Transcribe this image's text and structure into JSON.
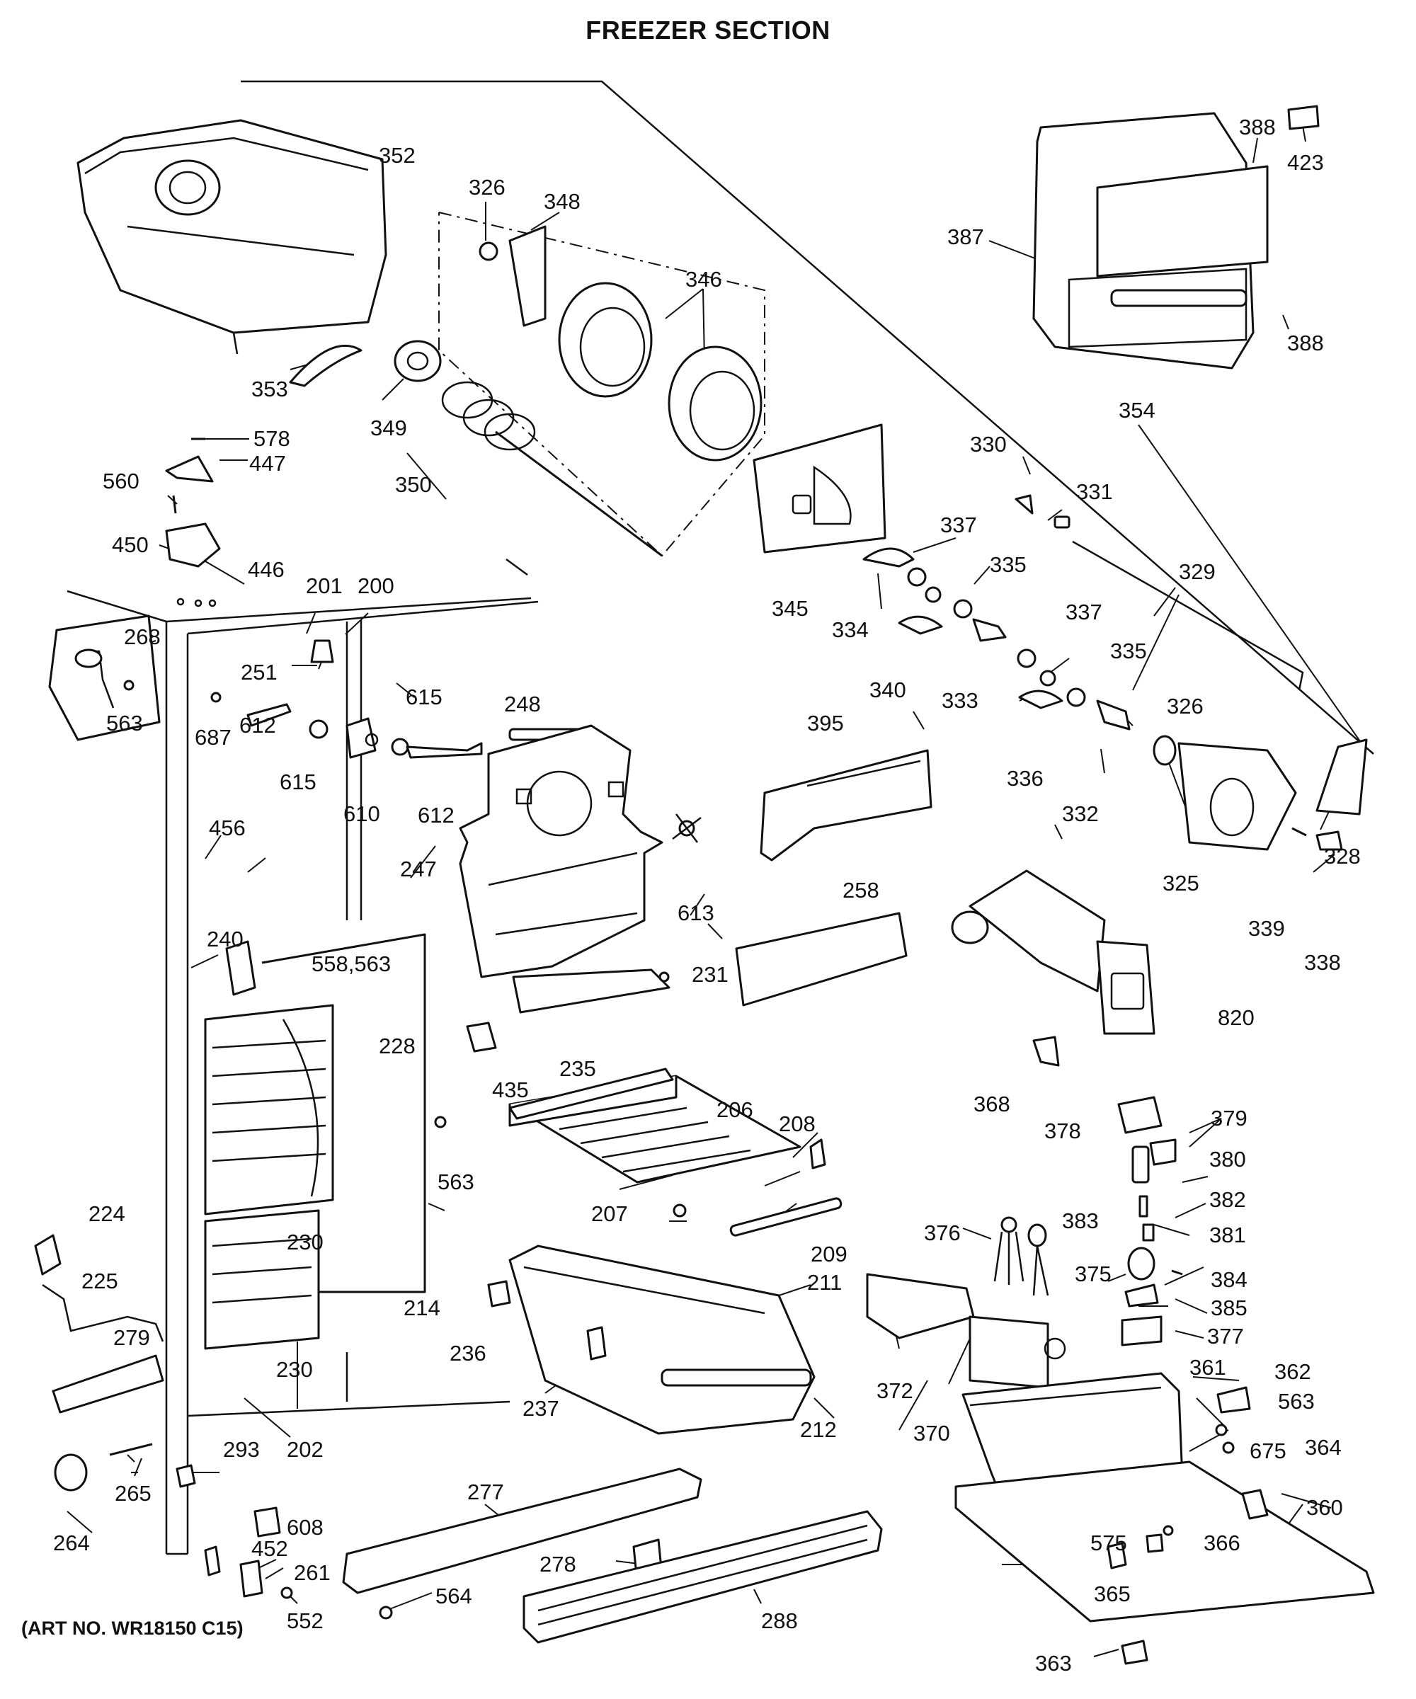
{
  "title": "FREEZER SECTION",
  "art_number": "(ART NO. WR18150 C15)",
  "callouts": [
    {
      "id": "c352",
      "text": "352"
    },
    {
      "id": "c326a",
      "text": "326"
    },
    {
      "id": "c348",
      "text": "348"
    },
    {
      "id": "c346",
      "text": "346"
    },
    {
      "id": "c388a",
      "text": "388"
    },
    {
      "id": "c423",
      "text": "423"
    },
    {
      "id": "c387",
      "text": "387"
    },
    {
      "id": "c388b",
      "text": "388"
    },
    {
      "id": "c353",
      "text": "353"
    },
    {
      "id": "c349",
      "text": "349"
    },
    {
      "id": "c350",
      "text": "350"
    },
    {
      "id": "c354",
      "text": "354"
    },
    {
      "id": "c578",
      "text": "578"
    },
    {
      "id": "c447",
      "text": "447"
    },
    {
      "id": "c560",
      "text": "560"
    },
    {
      "id": "c450",
      "text": "450"
    },
    {
      "id": "c446",
      "text": "446"
    },
    {
      "id": "c330",
      "text": "330"
    },
    {
      "id": "c331",
      "text": "331"
    },
    {
      "id": "c337a",
      "text": "337"
    },
    {
      "id": "c345",
      "text": "345"
    },
    {
      "id": "c334",
      "text": "334"
    },
    {
      "id": "c335a",
      "text": "335"
    },
    {
      "id": "c329",
      "text": "329"
    },
    {
      "id": "c201",
      "text": "201"
    },
    {
      "id": "c200",
      "text": "200"
    },
    {
      "id": "c268",
      "text": "268"
    },
    {
      "id": "c251",
      "text": "251"
    },
    {
      "id": "c337b",
      "text": "337"
    },
    {
      "id": "c340",
      "text": "340"
    },
    {
      "id": "c333",
      "text": "333"
    },
    {
      "id": "c335b",
      "text": "335"
    },
    {
      "id": "c615a",
      "text": "615"
    },
    {
      "id": "c248",
      "text": "248"
    },
    {
      "id": "c563a",
      "text": "563"
    },
    {
      "id": "c687",
      "text": "687"
    },
    {
      "id": "c612a",
      "text": "612"
    },
    {
      "id": "c615b",
      "text": "615"
    },
    {
      "id": "c395",
      "text": "395"
    },
    {
      "id": "c326b",
      "text": "326"
    },
    {
      "id": "c610",
      "text": "610"
    },
    {
      "id": "c612b",
      "text": "612"
    },
    {
      "id": "c336",
      "text": "336"
    },
    {
      "id": "c332",
      "text": "332"
    },
    {
      "id": "c456",
      "text": "456"
    },
    {
      "id": "c247",
      "text": "247"
    },
    {
      "id": "c328",
      "text": "328"
    },
    {
      "id": "c325",
      "text": "325"
    },
    {
      "id": "c613",
      "text": "613"
    },
    {
      "id": "c258",
      "text": "258"
    },
    {
      "id": "c240",
      "text": "240"
    },
    {
      "id": "c558",
      "text": "558,563"
    },
    {
      "id": "c339",
      "text": "339"
    },
    {
      "id": "c338",
      "text": "338"
    },
    {
      "id": "c231",
      "text": "231"
    },
    {
      "id": "c820",
      "text": "820"
    },
    {
      "id": "c228",
      "text": "228"
    },
    {
      "id": "c435",
      "text": "435"
    },
    {
      "id": "c235",
      "text": "235"
    },
    {
      "id": "c368",
      "text": "368"
    },
    {
      "id": "c206",
      "text": "206"
    },
    {
      "id": "c208",
      "text": "208"
    },
    {
      "id": "c378",
      "text": "378"
    },
    {
      "id": "c379",
      "text": "379"
    },
    {
      "id": "c380",
      "text": "380"
    },
    {
      "id": "c563b",
      "text": "563"
    },
    {
      "id": "c224",
      "text": "224"
    },
    {
      "id": "c207",
      "text": "207"
    },
    {
      "id": "c382",
      "text": "382"
    },
    {
      "id": "c230a",
      "text": "230"
    },
    {
      "id": "c376",
      "text": "376"
    },
    {
      "id": "c383",
      "text": "383"
    },
    {
      "id": "c209",
      "text": "209"
    },
    {
      "id": "c381",
      "text": "381"
    },
    {
      "id": "c225",
      "text": "225"
    },
    {
      "id": "c375",
      "text": "375"
    },
    {
      "id": "c211",
      "text": "211"
    },
    {
      "id": "c384",
      "text": "384"
    },
    {
      "id": "c214",
      "text": "214"
    },
    {
      "id": "c385",
      "text": "385"
    },
    {
      "id": "c279",
      "text": "279"
    },
    {
      "id": "c236",
      "text": "236"
    },
    {
      "id": "c377",
      "text": "377"
    },
    {
      "id": "c230b",
      "text": "230"
    },
    {
      "id": "c361",
      "text": "361"
    },
    {
      "id": "c362",
      "text": "362"
    },
    {
      "id": "c372",
      "text": "372"
    },
    {
      "id": "c563c",
      "text": "563"
    },
    {
      "id": "c237",
      "text": "237"
    },
    {
      "id": "c212",
      "text": "212"
    },
    {
      "id": "c370",
      "text": "370"
    },
    {
      "id": "c202",
      "text": "202"
    },
    {
      "id": "c293",
      "text": "293"
    },
    {
      "id": "c675",
      "text": "675"
    },
    {
      "id": "c364",
      "text": "364"
    },
    {
      "id": "c277",
      "text": "277"
    },
    {
      "id": "c265",
      "text": "265"
    },
    {
      "id": "c608",
      "text": "608"
    },
    {
      "id": "c360",
      "text": "360"
    },
    {
      "id": "c264",
      "text": "264"
    },
    {
      "id": "c452",
      "text": "452"
    },
    {
      "id": "c575",
      "text": "575"
    },
    {
      "id": "c261",
      "text": "261"
    },
    {
      "id": "c278",
      "text": "278"
    },
    {
      "id": "c366",
      "text": "366"
    },
    {
      "id": "c564",
      "text": "564"
    },
    {
      "id": "c365",
      "text": "365"
    },
    {
      "id": "c288",
      "text": "288"
    },
    {
      "id": "c552",
      "text": "552"
    },
    {
      "id": "c363",
      "text": "363"
    }
  ]
}
